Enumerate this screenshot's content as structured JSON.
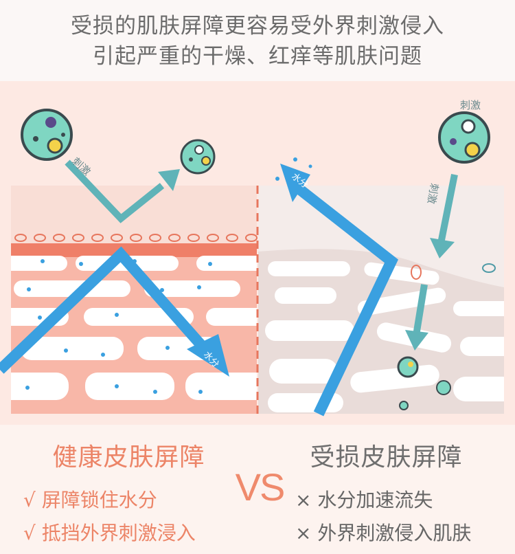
{
  "header": {
    "line1": "受损的肌肤屏障更容易受外界刺激侵入",
    "line2": "引起严重的干燥、红痒等肌肤问题"
  },
  "diagram": {
    "stimulus_label": "刺激",
    "moisture_label": "水分"
  },
  "left_panel": {
    "title": "健康皮肤屏障",
    "points": [
      "√ 屏障锁住水分",
      "√ 抵挡外界刺激浸入"
    ]
  },
  "vs_label": "VS",
  "right_panel": {
    "title": "受损皮肤屏障",
    "points": [
      "× 水分加速流失",
      "× 外界刺激侵入肌肤"
    ]
  },
  "colors": {
    "accent": "#ec8467",
    "arrow_blue": "#3aa0e0",
    "arrow_teal": "#5fb3b8",
    "microbe_fill": "#7fd6c2"
  }
}
